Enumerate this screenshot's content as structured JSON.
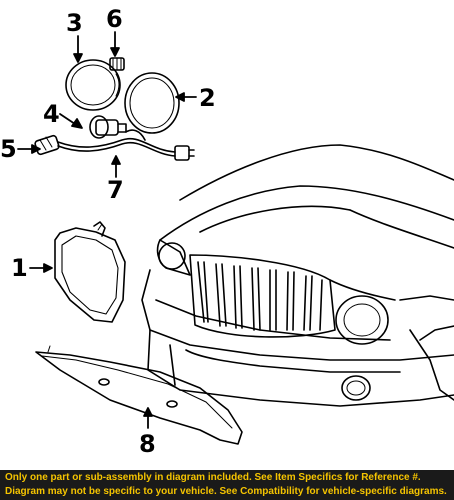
{
  "callouts": {
    "c1": "1",
    "c2": "2",
    "c3": "3",
    "c4": "4",
    "c5": "5",
    "c6": "6",
    "c7": "7",
    "c8": "8"
  },
  "footer": {
    "line1": "Only one part or sub-assembly in diagram included. See Item Specifics for Reference #.",
    "line2": "Diagram may not be specific to your vehicle. See Compatibility for vehicle-specific diagrams."
  },
  "colors": {
    "footer_bg": "#1a1a1a",
    "footer_text": "#f5c400",
    "line": "#000000"
  }
}
